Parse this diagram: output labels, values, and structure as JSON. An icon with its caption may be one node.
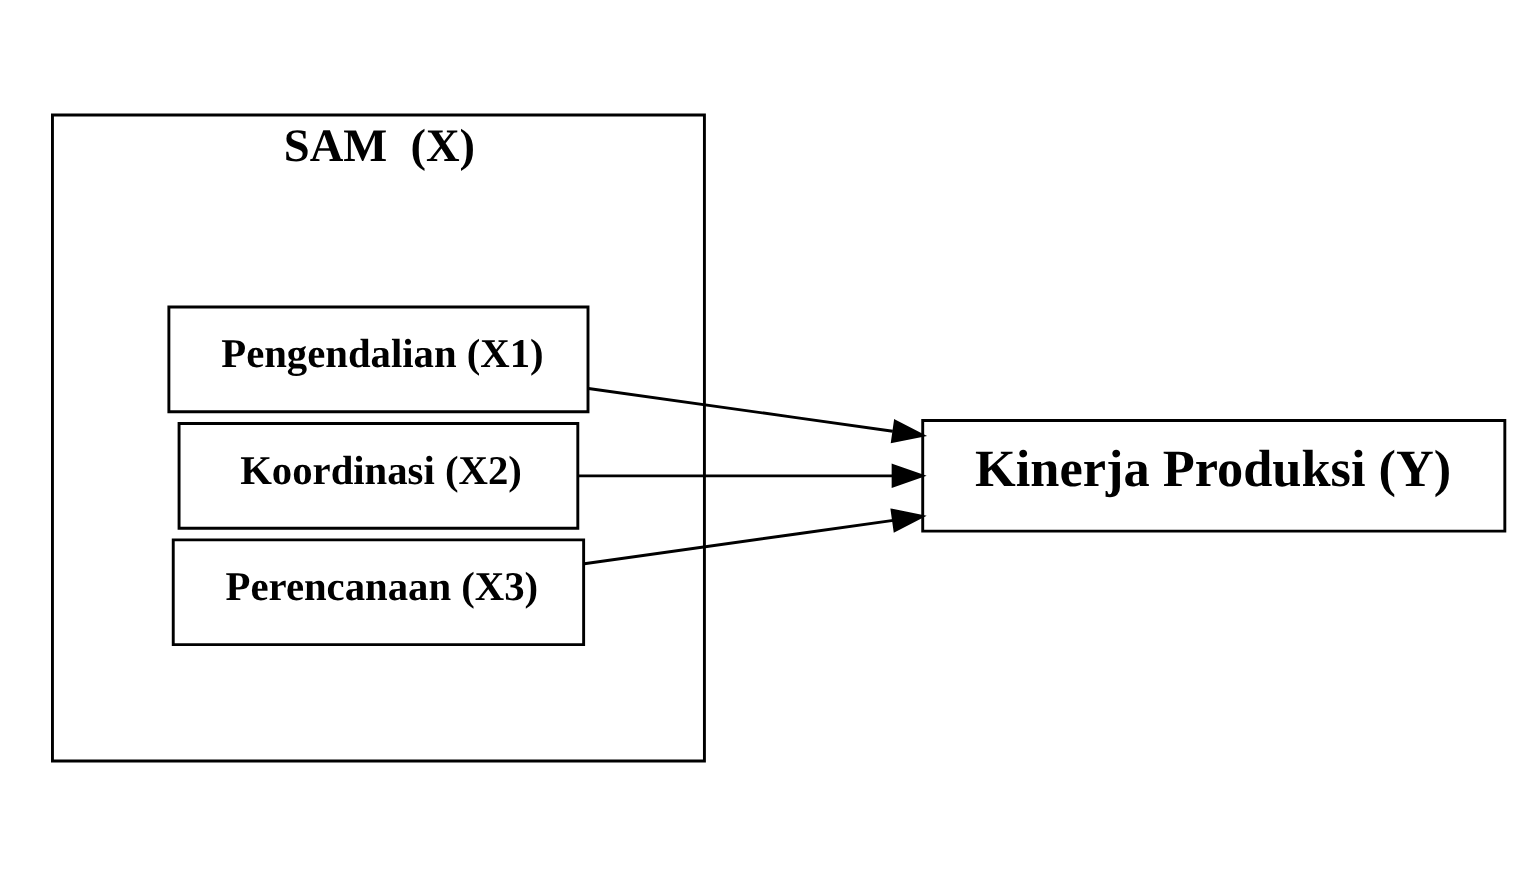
{
  "diagram": {
    "nodes": [
      {
        "text": [
          "SAM  (X)"
        ]
      },
      {
        "text": [
          "Pengendalian (X1)"
        ],
        "in": 0
      },
      {
        "text": [
          "Koordinasi (X2)"
        ],
        "in": 0
      },
      {
        "text": [
          "Perencanaan (X3)"
        ],
        "in": 0
      },
      {
        "text": [
          "Kinerja Produksi (Y)"
        ]
      }
    ],
    "edges": [
      {
        "from": 1,
        "to": 4,
        "arrow": "to"
      },
      {
        "from": 2,
        "to": 4,
        "arrow": "to"
      },
      {
        "from": 3,
        "to": 4,
        "arrow": "to"
      }
    ]
  }
}
